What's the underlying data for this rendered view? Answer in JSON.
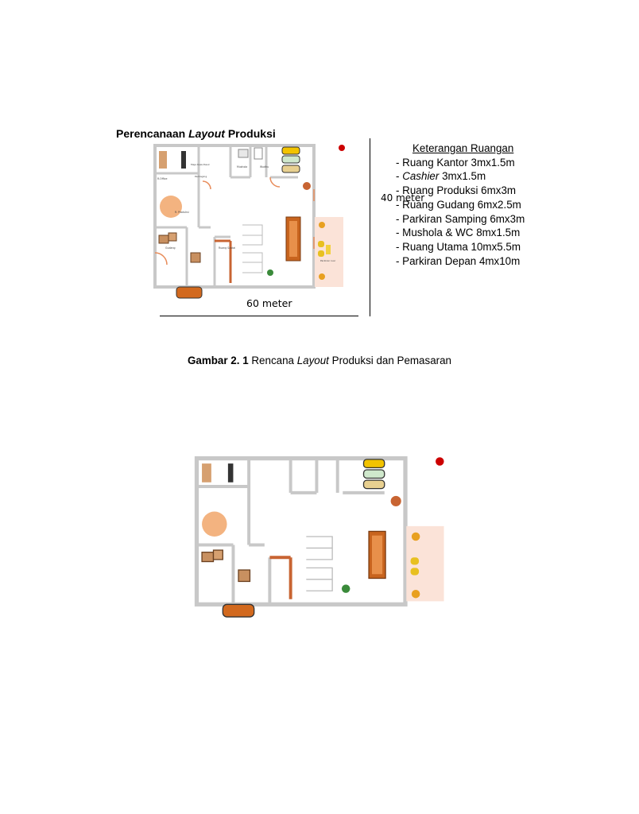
{
  "heading": {
    "prefix": "Perencanaan ",
    "italic": "Layout",
    "suffix": " Produksi"
  },
  "legend": {
    "title": "Keterangan Ruangan",
    "items": [
      {
        "text": "- Ruang Kantor 3mx1.5m"
      },
      {
        "text": "- ",
        "italic": "Cashier",
        "rest": " 3mx1.5m"
      },
      {
        "text": "- Ruang Produksi 6mx3m"
      },
      {
        "text": "- Ruang Gudang 6mx2.5m"
      },
      {
        "text": "- Parkiran Samping 6mx3m"
      },
      {
        "text": "- Mushola & WC 8mx1.5m"
      },
      {
        "text": "- Ruang Utama 10mx5.5m"
      },
      {
        "text": "- Parkiran Depan 4mx10m"
      }
    ]
  },
  "dimensions": {
    "width_label": "60 meter",
    "height_label": "40 meter"
  },
  "plan_labels": {
    "office": "R.Office",
    "produksi": "R. Produksi",
    "gudang": "Gudang",
    "mushola": "Mushola",
    "wudhu": "Wudhu",
    "ruang_santai": "Ruang Santai",
    "packaging": "Packaging",
    "parkiran": "Parkiran luar",
    "cashier": "Meja Kasir/Kasir"
  },
  "caption": {
    "bold": "Gambar 2. 1",
    "pre": " Rencana ",
    "italic": "Layout",
    "post": " Produksi dan Pemasaran"
  },
  "colors": {
    "wall": "#c8c8c8",
    "floor": "#ffffff",
    "parking": "#fbe3d8",
    "car_orange": "#d2691e",
    "door": "#e88c5a"
  }
}
